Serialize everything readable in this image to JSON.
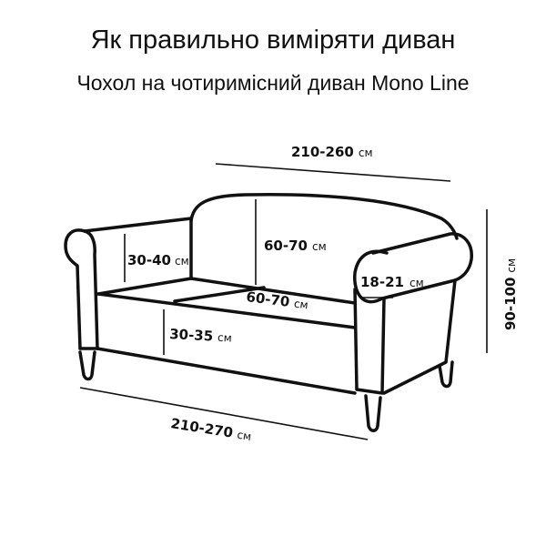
{
  "header": {
    "title": "Як правильно виміряти диван",
    "subtitle": "Чохол на чотиримісний диван Mono Line"
  },
  "dimensions": {
    "back_width": {
      "value": "210-260",
      "unit": "см"
    },
    "armrest_height": {
      "value": "30-40",
      "unit": "см"
    },
    "back_height": {
      "value": "60-70",
      "unit": "см"
    },
    "armrest_width": {
      "value": "18-21",
      "unit": "см"
    },
    "seat_depth": {
      "value": "60-70",
      "unit": "см"
    },
    "seat_height": {
      "value": "30-35",
      "unit": "см"
    },
    "total_height": {
      "value": "90-100",
      "unit": "см"
    },
    "total_width": {
      "value": "210-270",
      "unit": "см"
    }
  },
  "colors": {
    "line": "#111111",
    "background": "#ffffff"
  }
}
